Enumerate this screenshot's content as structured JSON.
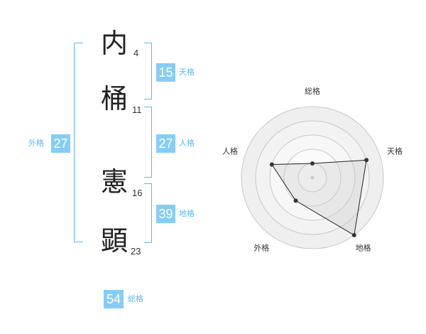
{
  "characters": [
    {
      "char": "内",
      "strokes": "4"
    },
    {
      "char": "桶",
      "strokes": "11"
    },
    {
      "char": "憲",
      "strokes": "16"
    },
    {
      "char": "顕",
      "strokes": "23"
    }
  ],
  "kakusu": {
    "tenkaku": {
      "value": "15",
      "label": "天格"
    },
    "jinkaku": {
      "value": "27",
      "label": "人格"
    },
    "chikaku": {
      "value": "39",
      "label": "地格"
    },
    "gaikaku": {
      "value": "27",
      "label": "外格"
    },
    "soukaku": {
      "value": "54",
      "label": "総格"
    }
  },
  "colors": {
    "accent": "#5bb8f0",
    "badge": "#86cdf6",
    "text": "#222222"
  },
  "chart_data": {
    "type": "radar",
    "axes": [
      "総格",
      "天格",
      "地格",
      "外格",
      "人格"
    ],
    "max": 5,
    "rings": 5,
    "values": [
      1,
      4,
      5,
      2,
      3
    ]
  }
}
